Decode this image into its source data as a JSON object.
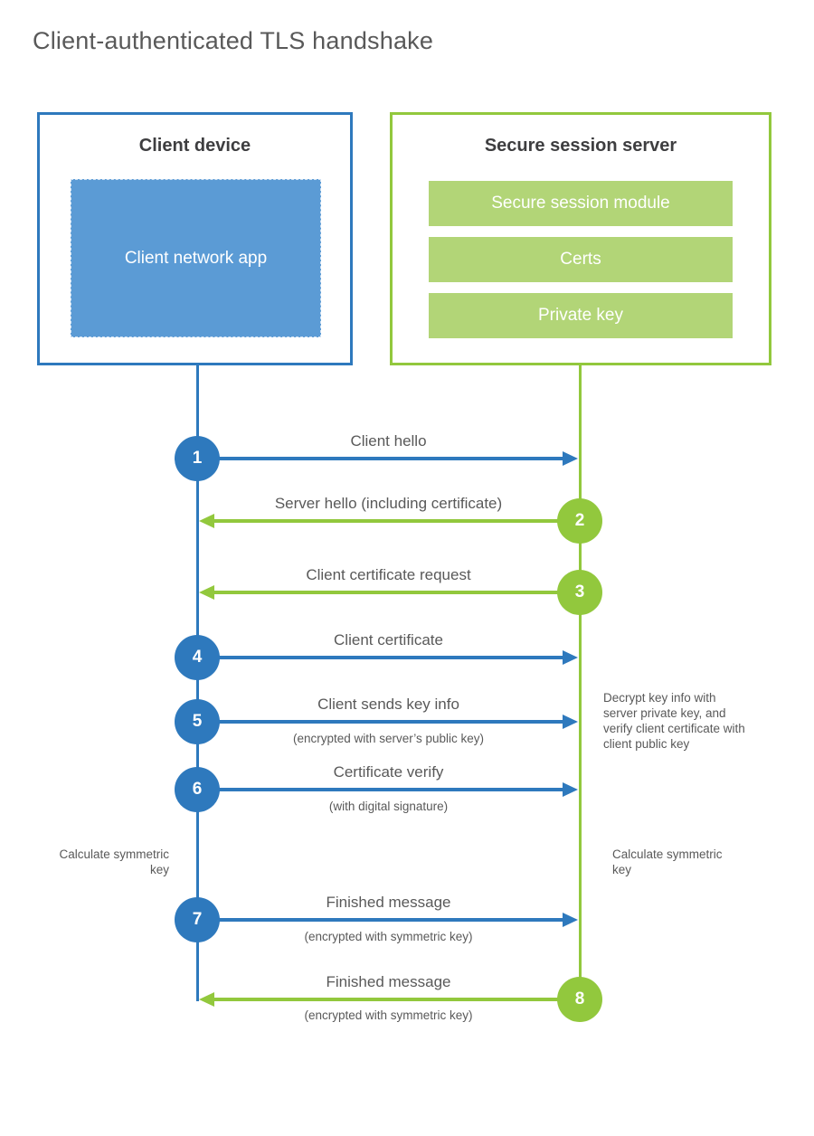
{
  "title": "Client-authenticated TLS handshake",
  "colors": {
    "client_accent": "#2E79BD",
    "client_fill": "#5B9BD5",
    "server_accent": "#92C83D",
    "server_fill": "#B2D577",
    "text_gray": "#595959",
    "heading_dark": "#3E3E40"
  },
  "client": {
    "title": "Client device",
    "app_label": "Client network app"
  },
  "server": {
    "title": "Secure session server",
    "modules": [
      "Secure session module",
      "Certs",
      "Private key"
    ]
  },
  "steps": [
    {
      "num": "1",
      "label": "Client hello",
      "sub": "",
      "direction": "right",
      "actor": "client"
    },
    {
      "num": "2",
      "label": "Server hello (including certificate)",
      "sub": "",
      "direction": "left",
      "actor": "server"
    },
    {
      "num": "3",
      "label": "Client certificate request",
      "sub": "",
      "direction": "left",
      "actor": "server"
    },
    {
      "num": "4",
      "label": "Client certificate",
      "sub": "",
      "direction": "right",
      "actor": "client"
    },
    {
      "num": "5",
      "label": "Client sends key info",
      "sub": "(encrypted with server’s public key)",
      "direction": "right",
      "actor": "client"
    },
    {
      "num": "6",
      "label": "Certificate verify",
      "sub": "(with digital signature)",
      "direction": "right",
      "actor": "client"
    },
    {
      "num": "7",
      "label": "Finished message",
      "sub": "(encrypted with symmetric key)",
      "direction": "right",
      "actor": "client"
    },
    {
      "num": "8",
      "label": "Finished message",
      "sub": "(encrypted with symmetric key)",
      "direction": "left",
      "actor": "server"
    }
  ],
  "annotations": {
    "server_decrypt": "Decrypt key info with server private key, and verify client certificate with client public key",
    "client_calculate": "Calculate symmetric key",
    "server_calculate": "Calculate symmetric key"
  }
}
